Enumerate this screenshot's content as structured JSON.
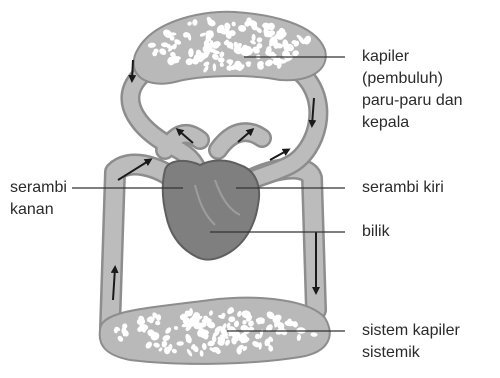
{
  "labels": {
    "capillary_lung_head": [
      "kapiler",
      "(pembuluh)",
      "paru-paru dan",
      "kepala"
    ],
    "right_atrium": [
      "serambi",
      "kanan"
    ],
    "left_atrium": "serambi kiri",
    "ventricle": "bilik",
    "systemic_capillary": [
      "sistem kapiler",
      "sistemik"
    ]
  },
  "colors": {
    "vessel_fill": "#b9b9b9",
    "vessel_outline": "#8d8d8d",
    "heart_fill": "#7f7f7f",
    "capillary_cells": "#ffffff",
    "arrow": "#1a1a1a",
    "leader_line": "#333333"
  }
}
